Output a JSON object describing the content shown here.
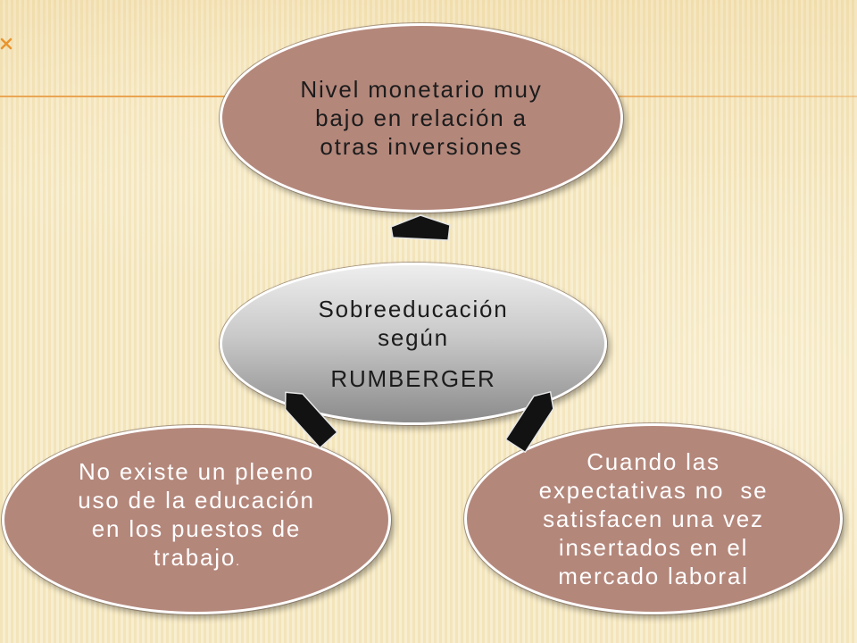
{
  "colors": {
    "background": "#f3e4ba",
    "stripe": "#f8eed0",
    "accent_line": "#e9a04a",
    "node_fill": "#b4877b",
    "center_fill_top": "#eeeeee",
    "center_fill_bottom": "#8b8b8b",
    "arrow_fill": "#121212",
    "dark_text": "#1c1c1c",
    "light_text": "#ffffff"
  },
  "icons": {
    "corner_mark": "x-mark-icon",
    "connector": "block-arrow-icon"
  },
  "diagram": {
    "center": {
      "lines": [
        "Sobreeducación",
        "según"
      ],
      "author": "RUMBERGER"
    },
    "top": {
      "lines": [
        "Nivel monetario muy",
        "bajo en relación a",
        "otras inversiones"
      ]
    },
    "bottom_left": {
      "lines": [
        "No existe un pleeno",
        "uso de la educación",
        "en los puestos de",
        "trabajo"
      ],
      "end_mark": "."
    },
    "bottom_right": {
      "lines": [
        "Cuando las",
        "expectativas no  se",
        "satisfacen una vez",
        "insertados en el",
        "mercado laboral"
      ]
    }
  }
}
